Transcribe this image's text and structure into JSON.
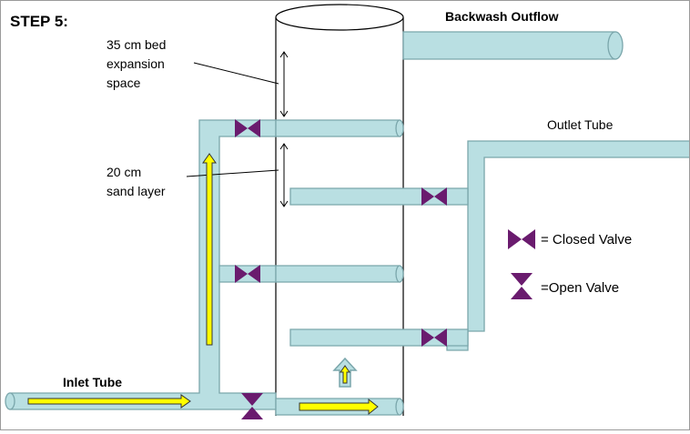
{
  "step_title": "STEP 5:",
  "labels": {
    "backwash_outflow": "Backwash Outflow",
    "outlet_tube": "Outlet Tube",
    "inlet_tube": "Inlet Tube",
    "bed_expansion": [
      "35 cm bed",
      "expansion",
      "space"
    ],
    "sand_layer": [
      "20 cm",
      "sand layer"
    ]
  },
  "legend": {
    "closed_valve": "= Closed Valve",
    "open_valve": "=Open Valve"
  },
  "colors": {
    "pipe_fill": "#b9dfe2",
    "pipe_stroke": "#7aa6ab",
    "valve": "#6a1b6e",
    "flow_arrow_fill": "#ffff00",
    "flow_arrow_stroke": "#333333"
  }
}
